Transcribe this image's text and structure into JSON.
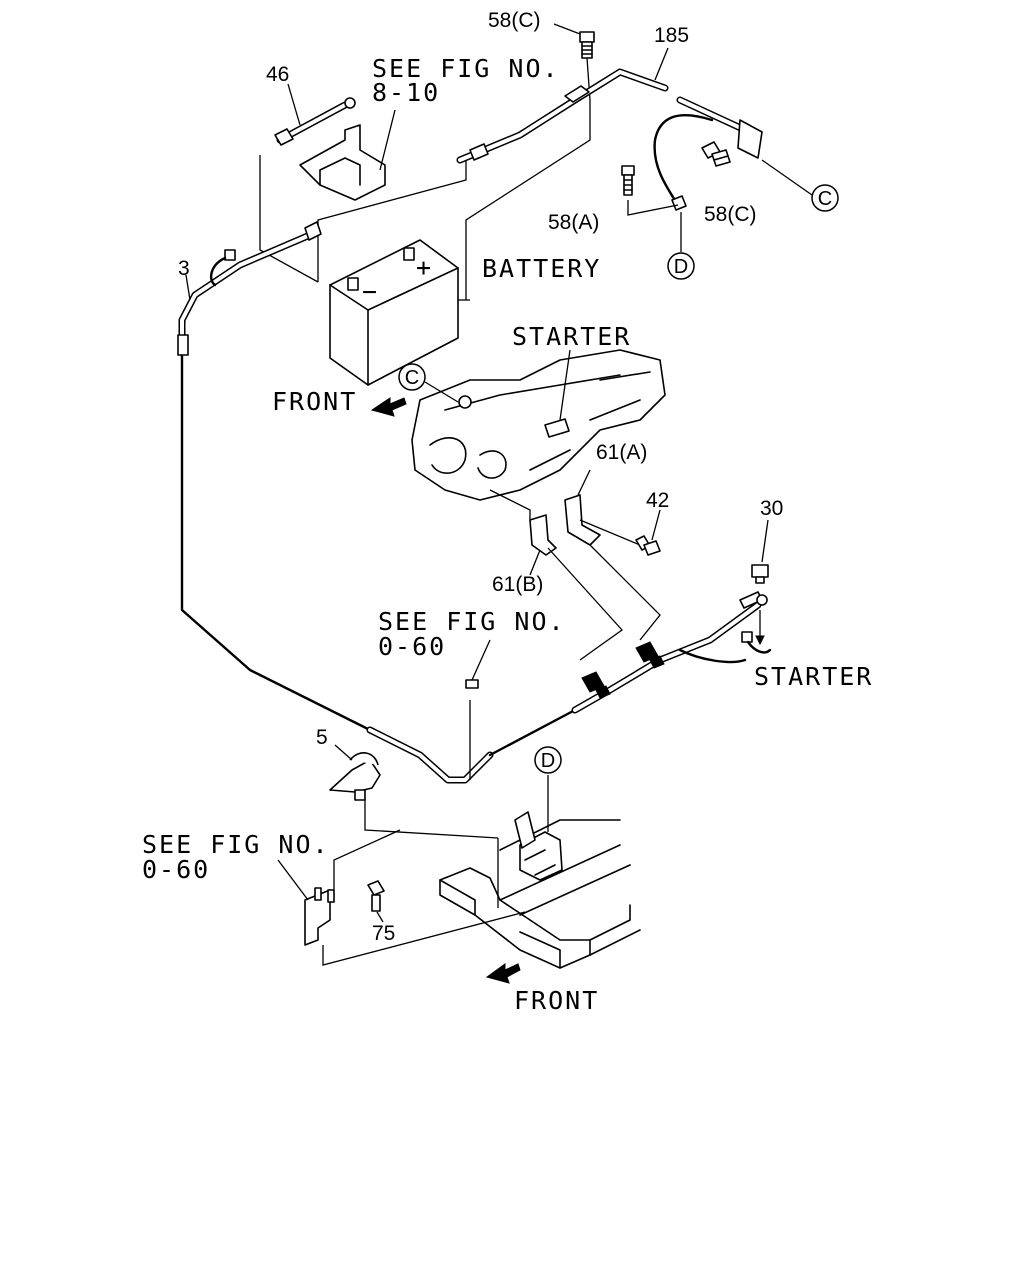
{
  "labels": {
    "see_fig_battery_line1": "SEE FIG NO.",
    "see_fig_battery_line2": "8-10",
    "battery": "BATTERY",
    "starter_top": "STARTER",
    "front_top": "FRONT",
    "see_fig_mid_line1": "SEE FIG NO.",
    "see_fig_mid_line2": "0-60",
    "starter_right": "STARTER",
    "see_fig_bottom_line1": "SEE FIG NO.",
    "see_fig_bottom_line2": "0-60",
    "front_bottom": "FRONT",
    "battery_plus": "+",
    "battery_minus": "−"
  },
  "part_numbers": {
    "p58c_top": "58(C)",
    "p185": "185",
    "p46": "46",
    "p58a": "58(A)",
    "p58c_right": "58(C)",
    "p3": "3",
    "p61a": "61(A)",
    "p42": "42",
    "p30": "30",
    "p61b": "61(B)",
    "p5": "5",
    "p75": "75"
  },
  "callouts": {
    "c_top_right": "C",
    "d_top": "D",
    "c_engine": "C",
    "d_frame": "D"
  }
}
